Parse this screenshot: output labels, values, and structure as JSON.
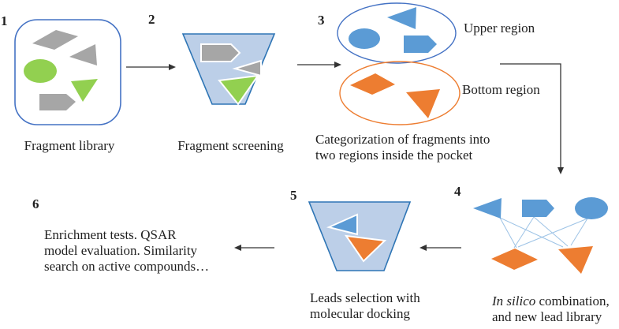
{
  "colors": {
    "blue": "#5B9BD5",
    "orange": "#ED7D31",
    "gray": "#A6A6A6",
    "green": "#92D050",
    "funnel_fill": "#BCCFE8",
    "funnel_stroke": "#2E75B5",
    "box_stroke": "#4472C4",
    "upper_ellipse_stroke": "#4472C4",
    "bottom_ellipse_stroke": "#ED7D31",
    "connector": "#9DC3E6",
    "arrow": "#333333",
    "white_outline": "#FFFFFF",
    "shape_canvas": "#FFFFFF"
  },
  "steps": {
    "s1": {
      "number": "1",
      "caption": "Fragment library"
    },
    "s2": {
      "number": "2",
      "caption": "Fragment screening"
    },
    "s3": {
      "number": "3",
      "caption_line1": "Categorization of fragments into",
      "caption_line2": "two regions inside the pocket",
      "upper_label": "Upper region",
      "bottom_label": "Bottom region"
    },
    "s4": {
      "number": "4",
      "caption_italic": "In silico",
      "caption_line1_rest": " combination,",
      "caption_line2": "and new lead library"
    },
    "s5": {
      "number": "5",
      "caption_line1": "Leads selection with",
      "caption_line2": "molecular docking"
    },
    "s6": {
      "number": "6",
      "caption_line1": "Enrichment tests. QSAR",
      "caption_line2": "model evaluation. Similarity",
      "caption_line3": "search on active compounds…"
    }
  }
}
